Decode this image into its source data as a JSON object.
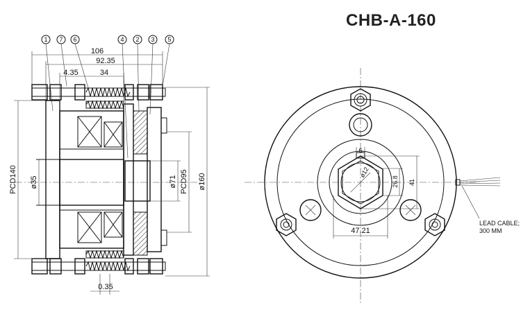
{
  "title": "CHB-A-160",
  "part_callouts": [
    "1",
    "7",
    "6",
    "4",
    "2",
    "3",
    "5"
  ],
  "dims_side": {
    "overall": "106",
    "inner": "92.35",
    "small": "4.35",
    "spring": "34",
    "bottom": "0.35",
    "pcd_left": "PCD140",
    "bore": "ø35",
    "d71": "ø71",
    "pcd95": "PCD95",
    "d160": "ø160"
  },
  "dims_front": {
    "d6": "6",
    "d12": "ø12",
    "d26_8": "26.8",
    "d41": "41",
    "d47_21": "47.21",
    "lead_cable_1": "LEAD CABLE;",
    "lead_cable_2": "300 MM"
  }
}
